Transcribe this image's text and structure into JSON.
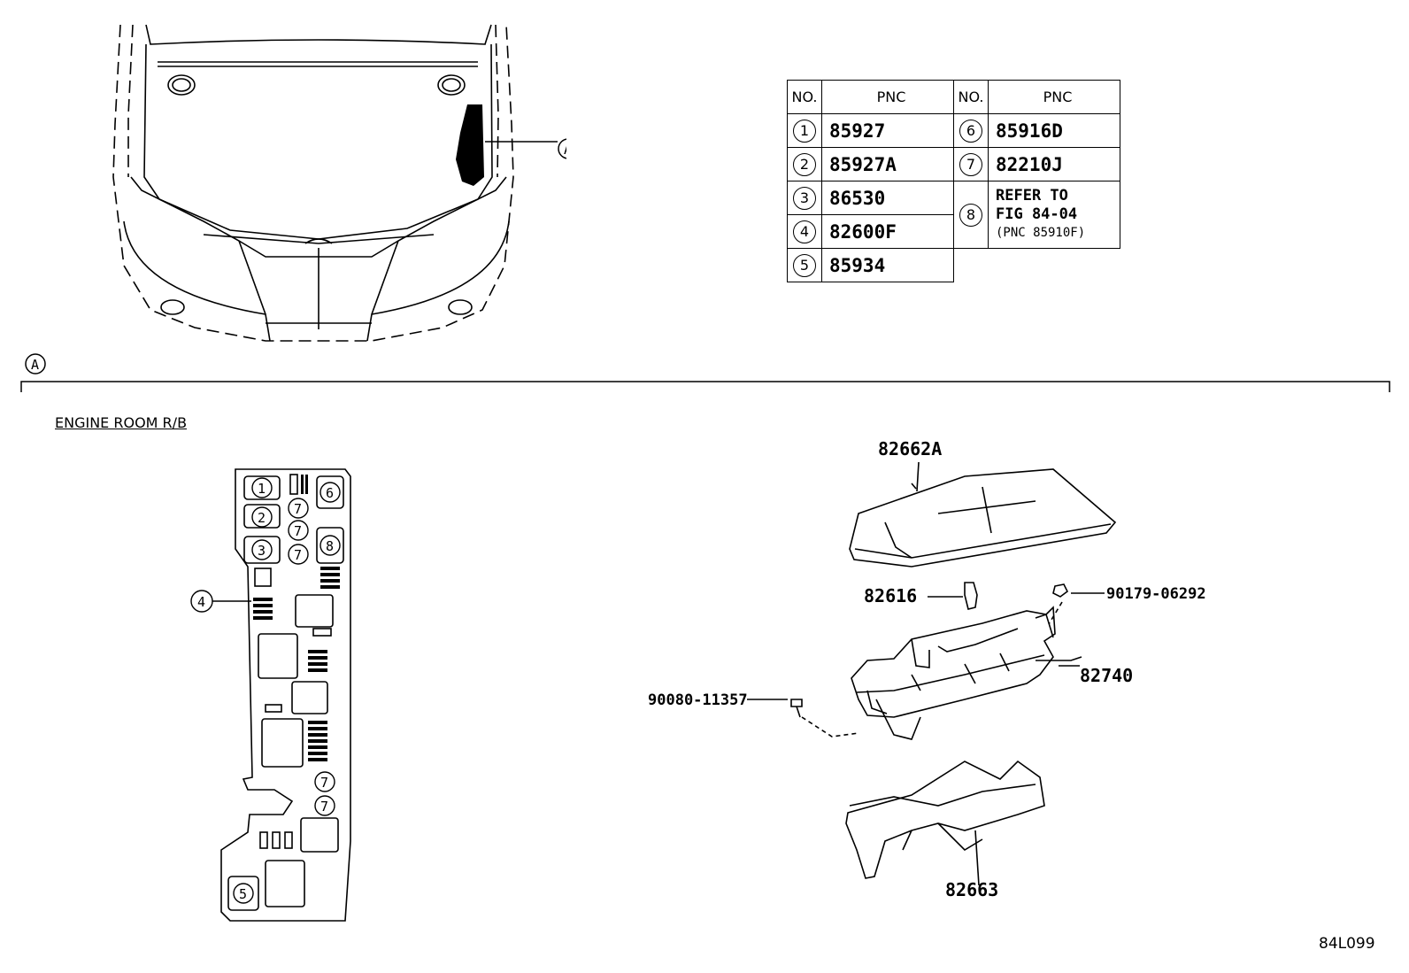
{
  "table": {
    "header_no": "NO.",
    "header_pnc": "PNC",
    "rows": [
      {
        "no": "1",
        "pnc": "85927"
      },
      {
        "no": "2",
        "pnc": "85927A"
      },
      {
        "no": "3",
        "pnc": "86530"
      },
      {
        "no": "4",
        "pnc": "82600F"
      },
      {
        "no": "5",
        "pnc": "85934"
      },
      {
        "no": "6",
        "pnc": "85916D"
      },
      {
        "no": "7",
        "pnc": "82210J"
      },
      {
        "no": "8",
        "pnc_line1": "REFER TO",
        "pnc_line2": "FIG 84-04",
        "pnc_line3": "(PNC 85910F)"
      }
    ]
  },
  "callouts": {
    "view_marker": "A",
    "section_label": "ENGINE ROOM R/B"
  },
  "parts": {
    "cover": "82662A",
    "clip": "82616",
    "nut": "90179-06292",
    "block": "82740",
    "bolt": "90080-11357",
    "lower_cover": "82663"
  },
  "relay_numbers": [
    "1",
    "2",
    "3",
    "4",
    "5",
    "6",
    "7",
    "7",
    "7",
    "8",
    "7",
    "7"
  ],
  "page_code": "84L099"
}
